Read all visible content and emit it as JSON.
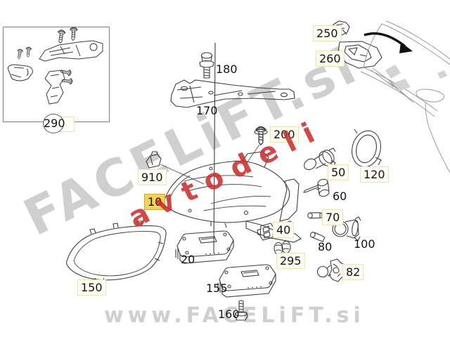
{
  "diagram": {
    "description": "headlight-parts-diagram",
    "selected_part": "10",
    "watermarks": {
      "diagonal_main": "FACELiFT.si",
      "diagonal_sub": "avtodeli",
      "bottom": "www.FACELiFT.si"
    },
    "colors": {
      "highlight_fill": "#f5d158",
      "highlight_border": "#cda93d",
      "label_box_fill": "#fffdf4",
      "label_box_border": "#f1e2b4",
      "watermark_gray": "#cfcfcf",
      "watermark_red": "#c92f2f",
      "line_art": "#3d3d3d",
      "car_sketch": "#9a9a9a"
    },
    "parts": [
      {
        "num": "290",
        "name": "mounting-parts-kit",
        "labeled": "circle-boxed"
      },
      {
        "num": "180",
        "name": "clip",
        "labeled": "plain"
      },
      {
        "num": "170",
        "name": "bracket",
        "labeled": "plain"
      },
      {
        "num": "200",
        "name": "screw",
        "labeled": "boxed"
      },
      {
        "num": "250",
        "name": "sensor",
        "labeled": "boxed"
      },
      {
        "num": "260",
        "name": "cover",
        "labeled": "boxed"
      },
      {
        "num": "910",
        "name": "plug",
        "labeled": "boxed"
      },
      {
        "num": "10",
        "name": "headlight-assembly",
        "labeled": "highlighted",
        "highlighted": true
      },
      {
        "num": "50",
        "name": "h7-bulb",
        "labeled": "boxed"
      },
      {
        "num": "120",
        "name": "trim-ring",
        "labeled": "boxed"
      },
      {
        "num": "60",
        "name": "bulb-holder",
        "labeled": "plain"
      },
      {
        "num": "70",
        "name": "wedge-bulb",
        "labeled": "boxed"
      },
      {
        "num": "40",
        "name": "connector",
        "labeled": "boxed"
      },
      {
        "num": "295",
        "name": "grommet",
        "labeled": "boxed"
      },
      {
        "num": "80",
        "name": "wedge-bulb-2",
        "labeled": "plain"
      },
      {
        "num": "100",
        "name": "cap",
        "labeled": "plain"
      },
      {
        "num": "82",
        "name": "bulb-socket",
        "labeled": "boxed"
      },
      {
        "num": "150",
        "name": "gasket-seal",
        "labeled": "boxed"
      },
      {
        "num": "20",
        "name": "control-unit",
        "labeled": "plain"
      },
      {
        "num": "155",
        "name": "control-unit-2",
        "labeled": "plain"
      },
      {
        "num": "160",
        "name": "screw-2",
        "labeled": "plain"
      }
    ]
  }
}
